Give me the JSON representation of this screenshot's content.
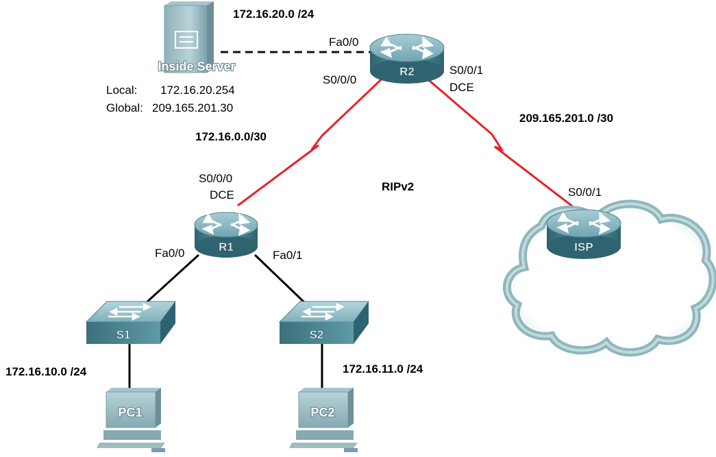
{
  "protocol_label": "RIPv2",
  "networks": {
    "server_lan": "172.16.20.0 /24",
    "r1_r2_link": "172.16.0.0/30",
    "r2_isp_link": "209.165.201.0 /30",
    "s1_lan": "172.16.10.0 /24",
    "s2_lan": "172.16.11.0 /24"
  },
  "server": {
    "name": "Inside Server",
    "local_label": "Local:",
    "local_ip": "172.16.20.254",
    "global_label": "Global:",
    "global_ip": "209.165.201.30"
  },
  "routers": {
    "r1": {
      "name": "R1",
      "serial_if": "S0/0/0",
      "serial_role": "DCE",
      "fa0": "Fa0/0",
      "fa1": "Fa0/1"
    },
    "r2": {
      "name": "R2",
      "fa0": "Fa0/0",
      "s000": "S0/0/0",
      "s001": "S0/0/1",
      "s001_role": "DCE"
    },
    "isp": {
      "name": "ISP",
      "serial_if": "S0/0/1"
    }
  },
  "switches": {
    "s1": "S1",
    "s2": "S2"
  },
  "pcs": {
    "pc1": "PC1",
    "pc2": "PC2"
  },
  "colors": {
    "serial_link": "#e8202a",
    "ethernet_link": "#000000",
    "device_body": "#5f9aa6",
    "cloud_edge": "#8fb6bd"
  }
}
